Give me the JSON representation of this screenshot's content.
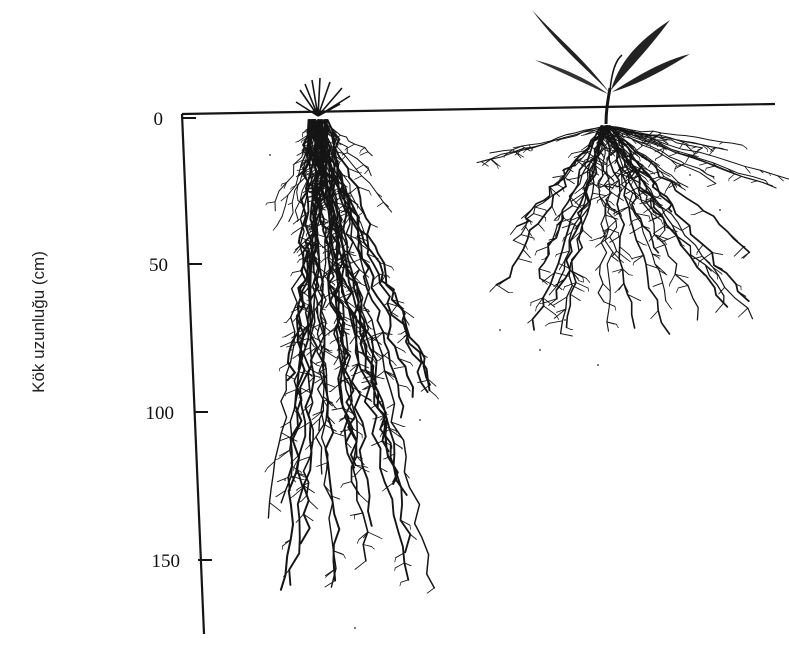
{
  "axis": {
    "title": "Kök uzunluğu (cm)",
    "ticks": [
      {
        "value": 0,
        "label": "0"
      },
      {
        "value": 50,
        "label": "50"
      },
      {
        "value": 100,
        "label": "100"
      },
      {
        "value": 150,
        "label": "150"
      }
    ]
  },
  "plants": [
    {
      "id": "left-plant",
      "description_name": "deep fibrous root system",
      "approx_root_depth_cm": 160
    },
    {
      "id": "right-plant",
      "description_name": "shallow spreading root system",
      "approx_root_depth_cm": 75
    }
  ],
  "colors": {
    "ink": "#151515",
    "background": "#ffffff"
  }
}
